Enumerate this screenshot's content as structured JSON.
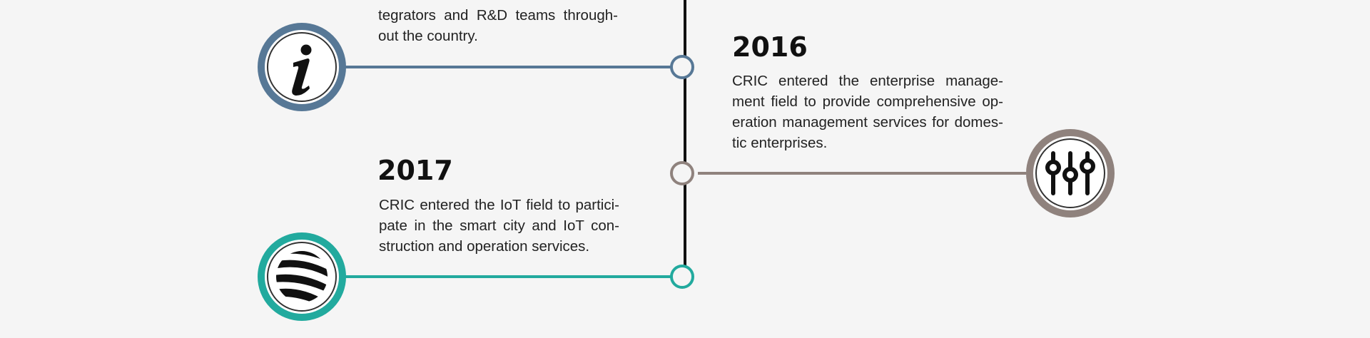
{
  "colors": {
    "info": "#577896",
    "settings": "#8f827d",
    "iot": "#22aa9e",
    "spine": "#111111"
  },
  "timeline": {
    "top_fragment": {
      "lines": [
        "tegrators and R&D teams through-",
        "out the country."
      ]
    },
    "entries": [
      {
        "year": "2016",
        "icon": "sliders-icon",
        "lines": [
          "CRIC entered the enterprise manage-",
          "ment field to provide comprehensive op-",
          "eration management services for domes-",
          "tic enterprises."
        ]
      },
      {
        "year": "2017",
        "icon": "globe-icon",
        "lines": [
          "CRIC entered the IoT field to partici-",
          "pate in the smart city and IoT con-",
          "struction and operation services."
        ]
      }
    ],
    "badges": [
      "info-icon",
      "sliders-icon",
      "globe-icon"
    ]
  }
}
